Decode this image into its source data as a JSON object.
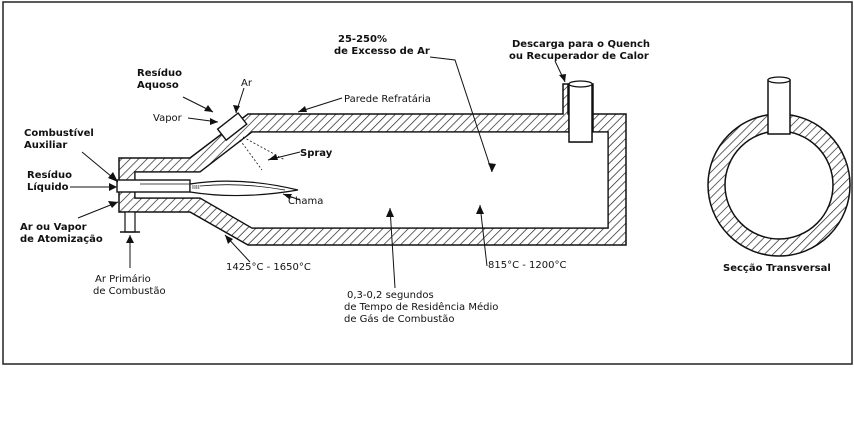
{
  "labels": {
    "excess_air_1": "25-250%",
    "excess_air_2": "de Excesso de Ar",
    "discharge_1": "Descarga para o Quench",
    "discharge_2": "ou Recuperador de Calor",
    "aqueous_residue_1": "Resíduo",
    "aqueous_residue_2": "Aquoso",
    "air": "Ar",
    "refractory_wall": "Parede Refratária",
    "steam": "Vapor",
    "auxiliary_fuel_1": "Combustível",
    "auxiliary_fuel_2": "Auxiliar",
    "spray": "Spray",
    "liquid_residue_1": "Resíduo",
    "liquid_residue_2": "Líquido",
    "flame": "Chama",
    "atomizing_1": "Ar ou Vapor",
    "atomizing_2": "de Atomização",
    "temp_flame": "1425°C - 1650°C",
    "temp_chamber": "815°C - 1200°C",
    "primary_air_1": "Ar Primário",
    "primary_air_2": "de Combustão",
    "residence_1": "0,3-0,2 segundos",
    "residence_2": "de Tempo de Residência Médio",
    "residence_3": "de Gás de Combustão",
    "cross_section": "Secção Transversal"
  }
}
